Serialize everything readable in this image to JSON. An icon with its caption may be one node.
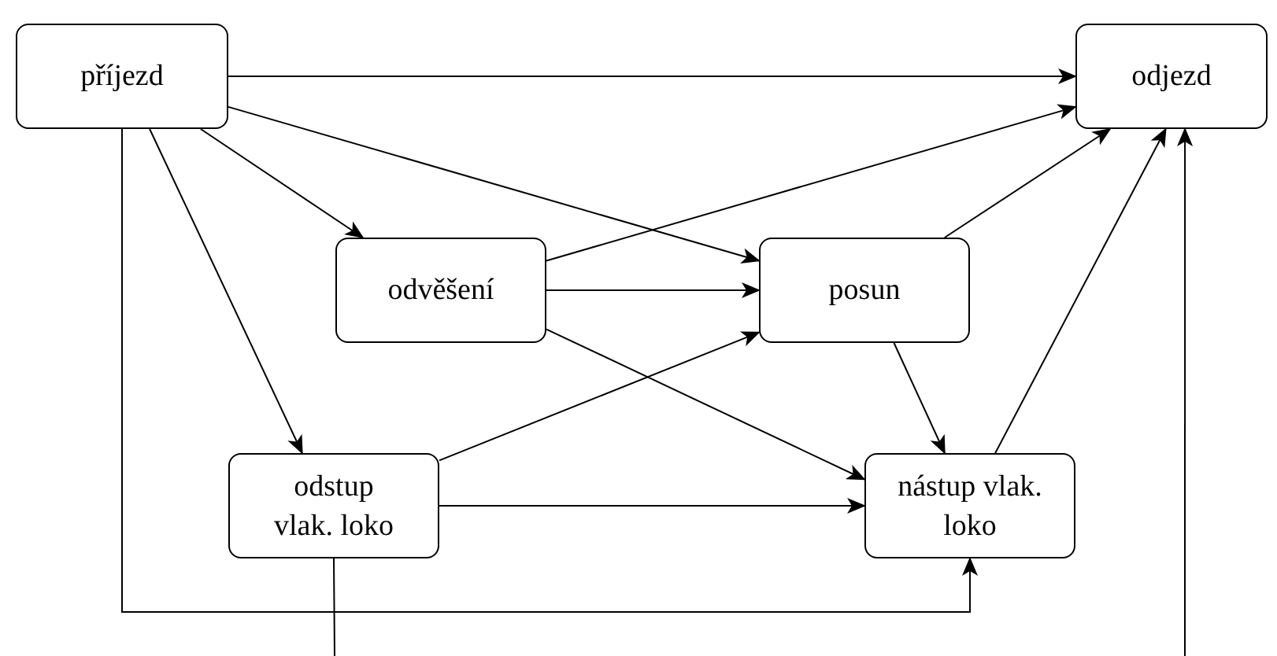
{
  "diagram": {
    "nodes": [
      {
        "text": [
          "příjezd"
        ]
      },
      {
        "text": [
          "odjezd"
        ]
      },
      {
        "text": [
          "odvěšení"
        ]
      },
      {
        "text": [
          "posun"
        ]
      },
      {
        "text": [
          "odstup vlak. loko"
        ]
      },
      {
        "text": [
          "nástup vlak. loko"
        ]
      }
    ],
    "edges": [
      {
        "from": 0,
        "to": 1,
        "arrow": "to"
      },
      {
        "from": 0,
        "to": 3,
        "arrow": "to"
      },
      {
        "from": 0,
        "to": 2,
        "arrow": "to"
      },
      {
        "from": 0,
        "to": 4,
        "arrow": "to"
      },
      {
        "from": 0,
        "to": 5,
        "arrow": "to"
      },
      {
        "from": 2,
        "to": 1,
        "arrow": "to"
      },
      {
        "from": 2,
        "to": 3,
        "arrow": "to"
      },
      {
        "from": 2,
        "to": 5,
        "arrow": "to"
      },
      {
        "from": 3,
        "to": 1,
        "arrow": "to"
      },
      {
        "from": 3,
        "to": 5,
        "arrow": "to"
      },
      {
        "from": 4,
        "to": 3,
        "arrow": "to"
      },
      {
        "from": 4,
        "to": 5,
        "arrow": "to"
      },
      {
        "from": 5,
        "to": 1,
        "arrow": "to"
      },
      {
        "from": 4,
        "to": null,
        "arrow": "none"
      },
      {
        "from": null,
        "to": 1,
        "arrow": "to"
      }
    ]
  }
}
